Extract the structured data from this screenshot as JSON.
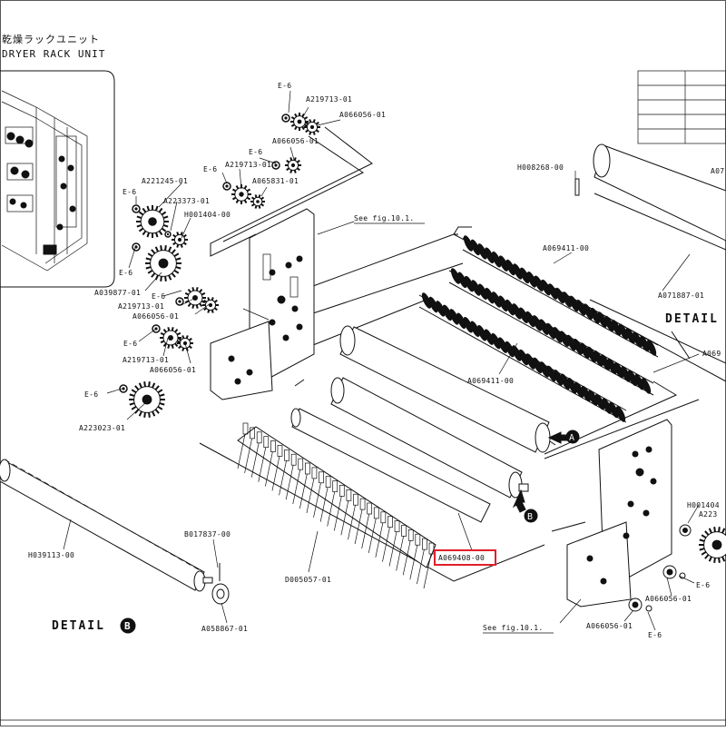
{
  "header": {
    "title_jp": "乾燥ラックユニット",
    "title_en": "DRYER RACK UNIT"
  },
  "details": {
    "detail_b_label": "DETAIL",
    "detail_b_marker": "B",
    "detail_right_label": "DETAIL"
  },
  "arrows": {
    "a": "A",
    "b": "B"
  },
  "references": {
    "see_fig_top": "See fig.10.1.",
    "see_fig_bottom": "See fig.10.1."
  },
  "highlight_color": "#e0202a",
  "parts": {
    "e6_a": "E-6",
    "a219713_a": "A219713-01",
    "a066056_a": "A066056-01",
    "a066056_b": "A066056-01",
    "e6_b": "E-6",
    "e6_c": "E-6",
    "a219713_b": "A219713-01",
    "a065831": "A065831-01",
    "a221245": "A221245-01",
    "e6_d": "E-6",
    "a223373": "A223373-01",
    "h001404_a": "H001404-00",
    "e6_e": "E-6",
    "a039877": "A039877-01",
    "e6_f": "E-6",
    "a219713_c": "A219713-01",
    "a066056_c": "A066056-01",
    "e6_g": "E-6",
    "a219713_d": "A219713-01",
    "a066056_d": "A066056-01",
    "e6_h": "E-6",
    "a223023": "A223023-01",
    "h008268": "H008268-00",
    "a069411_a": "A069411-00",
    "a069411_b": "A069411-00",
    "a071887": "A071887-01",
    "a07_cut": "A07",
    "a069_cut": "A069",
    "h039113": "H039113-00",
    "b017837": "B017837-00",
    "a058867": "A058867-01",
    "d005057": "D005057-01",
    "a069408": "A069408-00",
    "h001404_b": "H001404",
    "a223_cut": "A223",
    "a066056_e": "A066056-01",
    "e6_i": "E-6",
    "a066056_f": "A066056-01",
    "e6_j": "E-6"
  }
}
